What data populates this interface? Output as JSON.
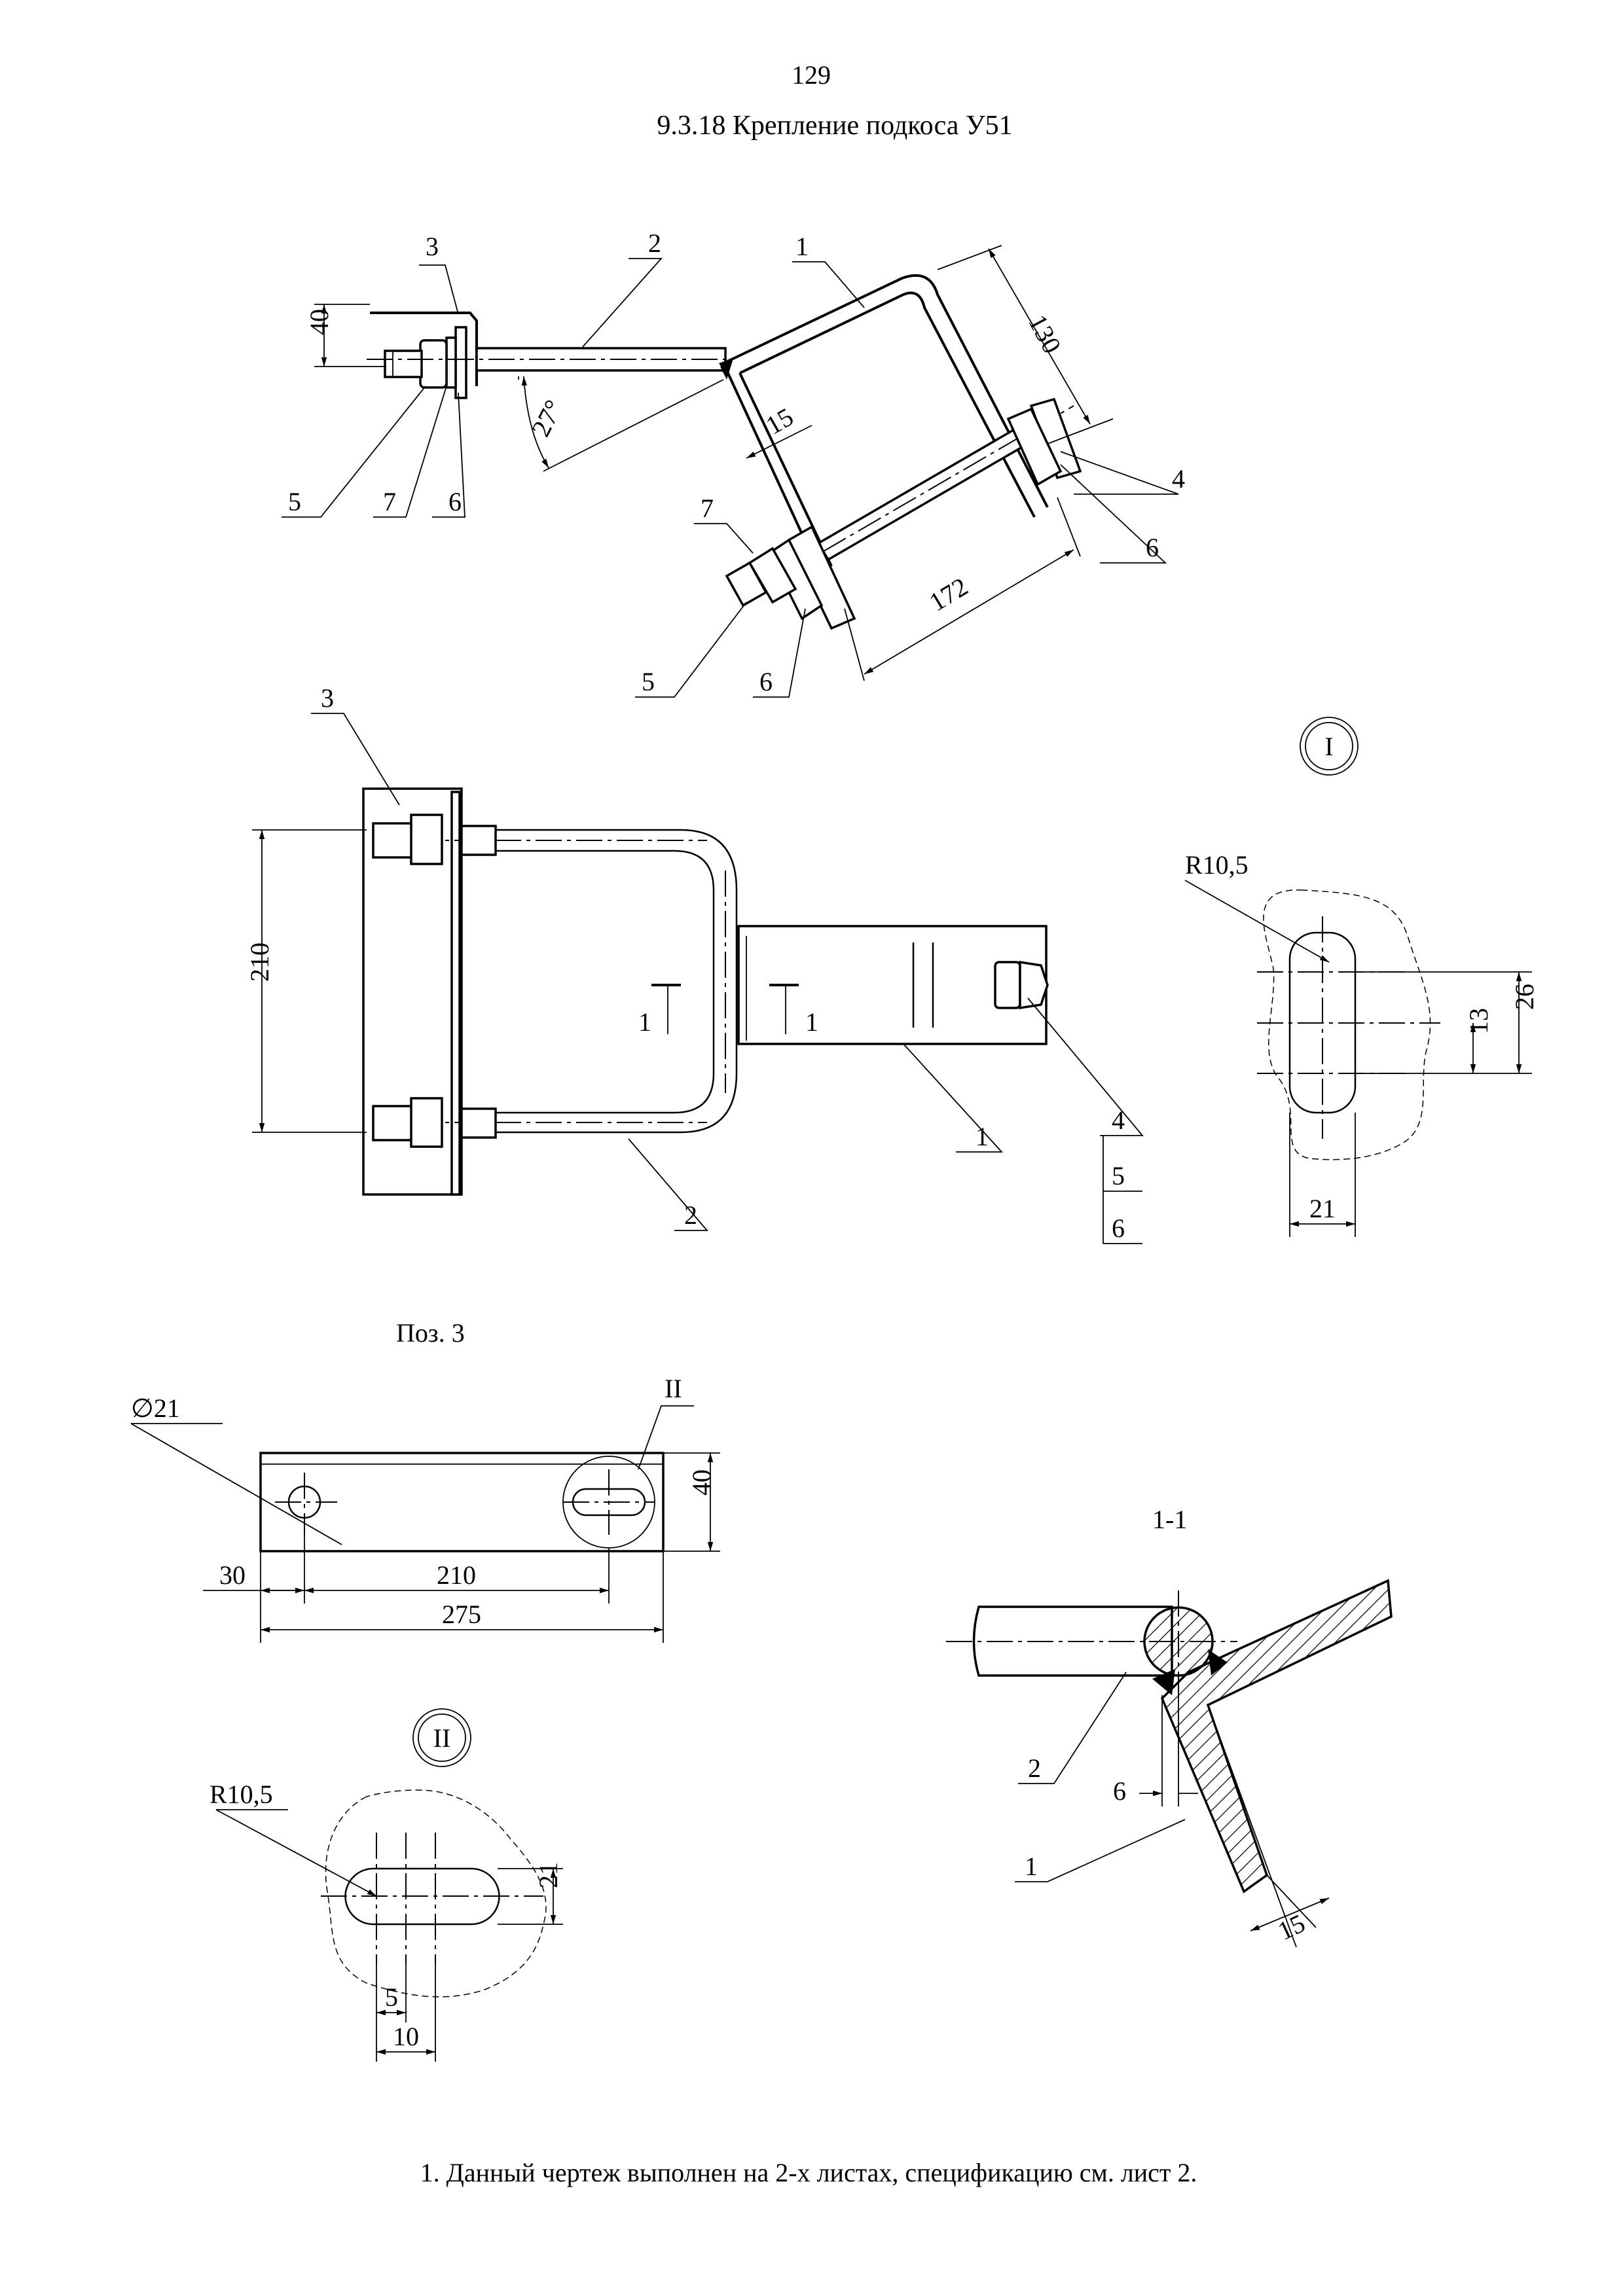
{
  "page": {
    "number": "129",
    "title": "9.3.18 Крепление подкоса У51"
  },
  "top_view": {
    "callouts": [
      "3",
      "2",
      "1",
      "5",
      "7",
      "6",
      "4",
      "6",
      "7",
      "5",
      "6"
    ],
    "dims": {
      "d40": "40",
      "d130": "130",
      "d15": "15",
      "d172": "172",
      "angle": "27°"
    }
  },
  "plan_view": {
    "callouts": [
      "3",
      "1",
      "2",
      "4",
      "5",
      "6"
    ],
    "section_marks": [
      "1",
      "1"
    ],
    "dims": {
      "d210": "210"
    }
  },
  "detail_I": {
    "marker": "I",
    "radius": "R10,5",
    "dims": {
      "d26": "26",
      "d13": "13",
      "d21": "21"
    }
  },
  "pos3": {
    "title": "Поз. 3",
    "hole": "∅21",
    "marker": "II",
    "dims": {
      "d40": "40",
      "d30": "30",
      "d210": "210",
      "d275": "275"
    }
  },
  "detail_II": {
    "marker": "II",
    "radius": "R10,5",
    "dims": {
      "d21": "21",
      "d5": "5",
      "d10": "10"
    }
  },
  "section_1_1": {
    "title": "1-1",
    "callouts": [
      "2",
      "1"
    ],
    "dims": {
      "d6": "6",
      "d15": "15"
    }
  },
  "notes": [
    "1. Данный чертеж выполнен на 2-х листах, спецификацию см. лист 2."
  ]
}
